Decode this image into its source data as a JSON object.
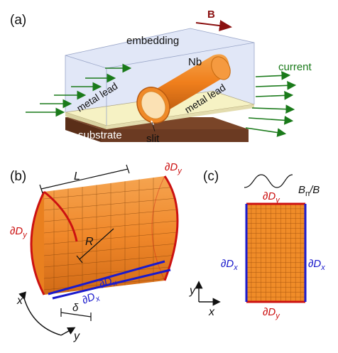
{
  "panel_a": {
    "label": "(a)",
    "field": "B",
    "embedding": "embedding",
    "nb": "Nb",
    "lead_left": "metal lead",
    "lead_right": "metal lead",
    "current": "current",
    "substrate": "substrate",
    "slit": "slit"
  },
  "panel_b": {
    "label": "(b)",
    "length": "L",
    "radius": "R",
    "edge_y_top": "∂D",
    "edge_y_top_sub": "y",
    "edge_y_left": "∂D",
    "edge_y_left_sub": "y",
    "edge_x_1": "∂D",
    "edge_x_1_sub": "x",
    "edge_x_2": "∂D",
    "edge_x_2_sub": "x",
    "delta": "δ",
    "axis_x": "x",
    "axis_y": "y"
  },
  "panel_c": {
    "label": "(c)",
    "field_ratio": "B",
    "field_ratio_sub": "n",
    "field_ratio_tail": "/B",
    "edge_top": "∂D",
    "edge_top_sub": "y",
    "edge_bottom": "∂D",
    "edge_bottom_sub": "y",
    "edge_left": "∂D",
    "edge_left_sub": "x",
    "edge_right": "∂D",
    "edge_right_sub": "x",
    "axis_x": "x",
    "axis_y": "y"
  },
  "colors": {
    "copper": "#f08c28",
    "edge_red": "#cc1111",
    "edge_blue": "#1a1acc",
    "arrow_green": "#1a7a1a",
    "field_arrow": "#8b1111",
    "substrate": "#6b3a22",
    "lead": "#f6f2c4",
    "embedding": "#c9d3f0"
  }
}
